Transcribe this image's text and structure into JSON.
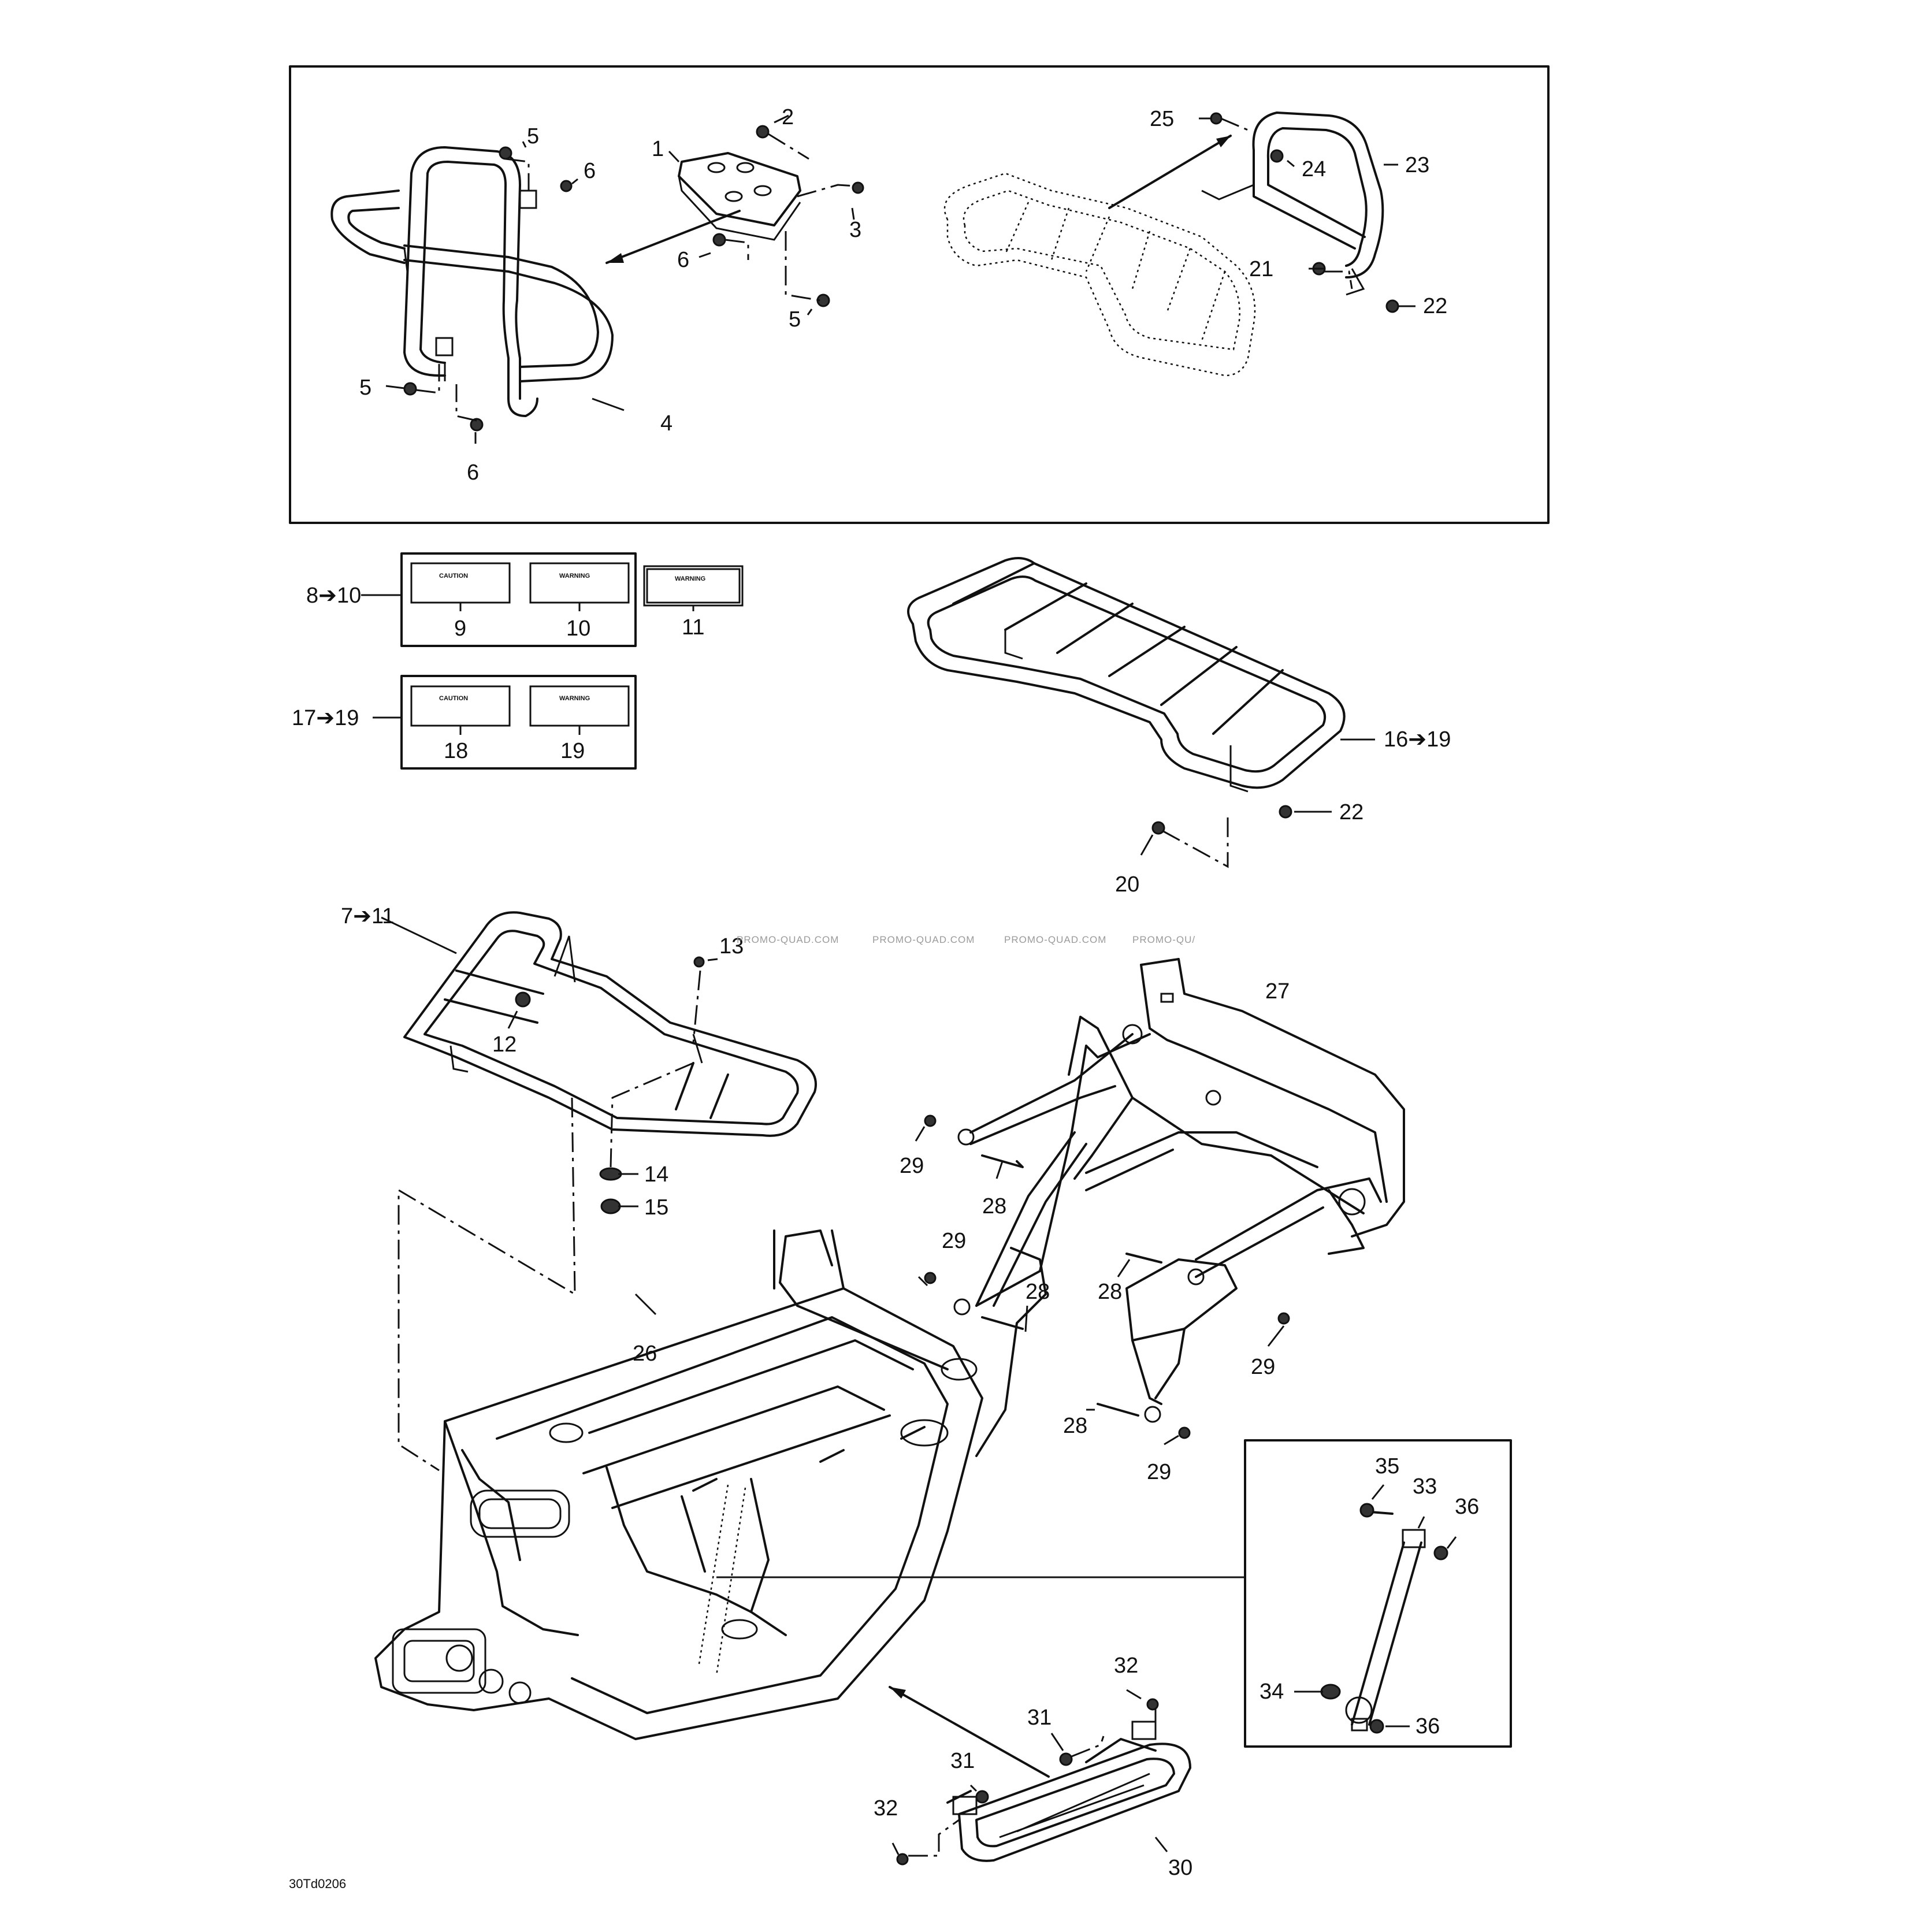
{
  "diagram": {
    "code": "30Td0206",
    "watermarks": [
      "PROMO-QUAD.COM",
      "PROMO-QUAD.COM",
      "PROMO-QUAD.COM",
      "PROMO-QU/"
    ],
    "labels": {
      "l1": "1",
      "l2": "2",
      "l3": "3",
      "l4": "4",
      "l5a": "5",
      "l5b": "5",
      "l5c": "5",
      "l6a": "6",
      "l6b": "6",
      "l6c": "6",
      "l7to11": "7➔11",
      "l8to10": "8➔10",
      "l9": "9",
      "l10": "10",
      "l11": "11",
      "l12": "12",
      "l13": "13",
      "l14": "14",
      "l15": "15",
      "l16to19": "16➔19",
      "l17to19": "17➔19",
      "l18": "18",
      "l19": "19",
      "l20": "20",
      "l21": "21",
      "l22a": "22",
      "l22b": "22",
      "l23": "23",
      "l24": "24",
      "l25": "25",
      "l26": "26",
      "l27": "27",
      "l28a": "28",
      "l28b": "28",
      "l28c": "28",
      "l28d": "28",
      "l29a": "29",
      "l29b": "29",
      "l29c": "29",
      "l29d": "29",
      "l30": "30",
      "l31a": "31",
      "l31b": "31",
      "l32a": "32",
      "l32b": "32",
      "l33": "33",
      "l34": "34",
      "l35": "35",
      "l36a": "36",
      "l36b": "36"
    },
    "decals": {
      "d9": "CAUTION",
      "d10": "WARNING",
      "d11": "WARNING",
      "d18": "CAUTION",
      "d19": "WARNING"
    }
  }
}
